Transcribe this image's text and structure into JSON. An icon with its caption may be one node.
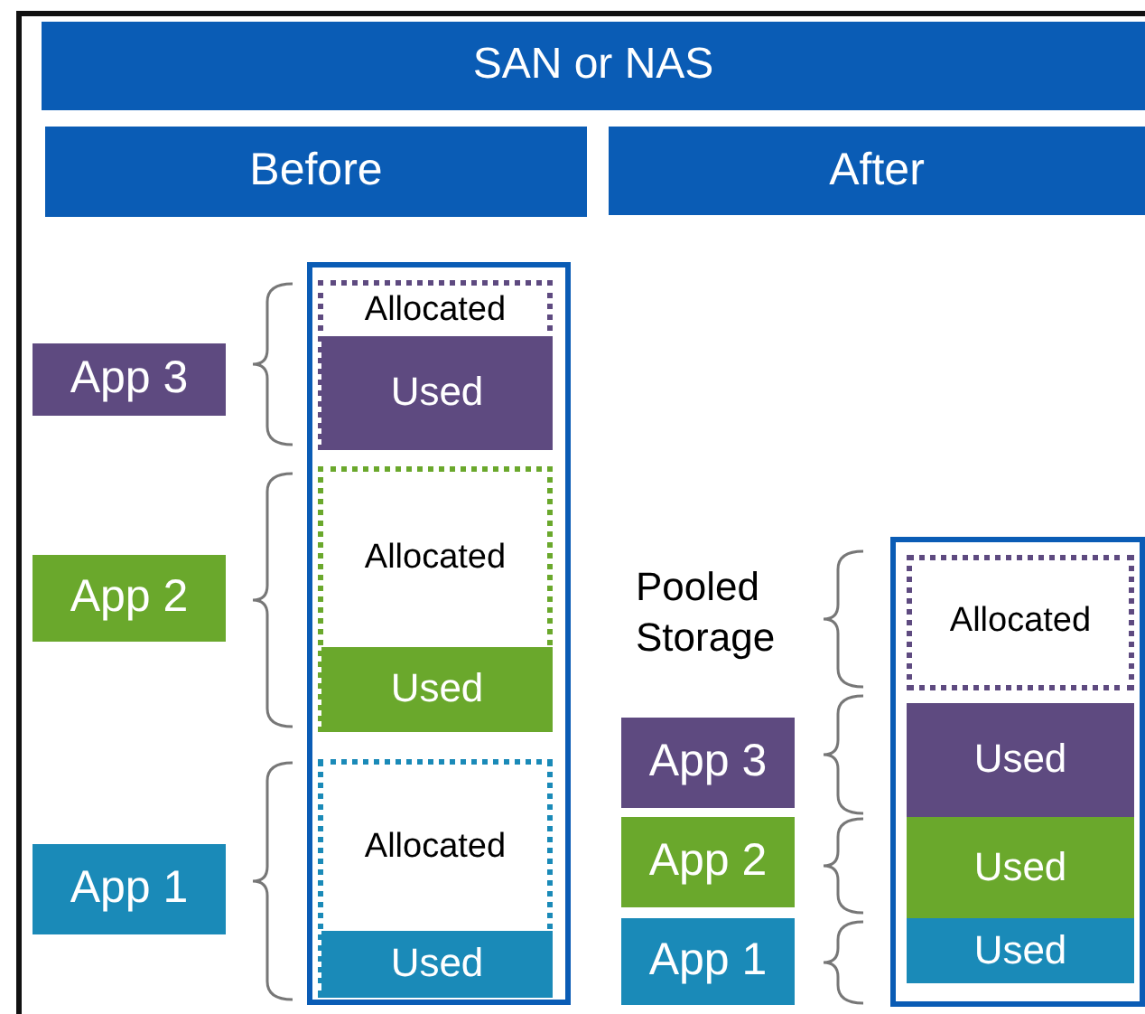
{
  "diagram": {
    "nodes": [
      {
        "text": [
          "SAN or NAS"
        ]
      },
      {
        "text": [
          "Before"
        ]
      },
      {
        "text": [
          "After"
        ]
      },
      {
        "text": [
          "App 3"
        ]
      },
      {
        "text": [
          "App 2"
        ]
      },
      {
        "text": [
          "App 1"
        ]
      },
      {
        "text": [],
        "shape": "box"
      },
      {
        "text": [
          "Allocated"
        ],
        "in": 6
      },
      {
        "text": [
          "Used"
        ],
        "in": 7
      },
      {
        "text": [
          "Allocated"
        ],
        "in": 6
      },
      {
        "text": [
          "Used"
        ],
        "in": 9
      },
      {
        "text": [
          "Allocated"
        ],
        "in": 6
      },
      {
        "text": [
          "Used"
        ],
        "in": 11
      },
      {
        "text": [
          "App 3"
        ]
      },
      {
        "text": [
          "App 2"
        ]
      },
      {
        "text": [
          "App 1"
        ]
      },
      {
        "text": [],
        "shape": "box"
      },
      {
        "text": [
          "Allocated"
        ],
        "in": 16
      },
      {
        "text": [
          "Used"
        ],
        "in": 16
      },
      {
        "text": [
          "Used"
        ],
        "in": 16
      },
      {
        "text": [
          "Used"
        ],
        "in": 16
      }
    ],
    "labels": [
      "Pooled Storage"
    ]
  }
}
